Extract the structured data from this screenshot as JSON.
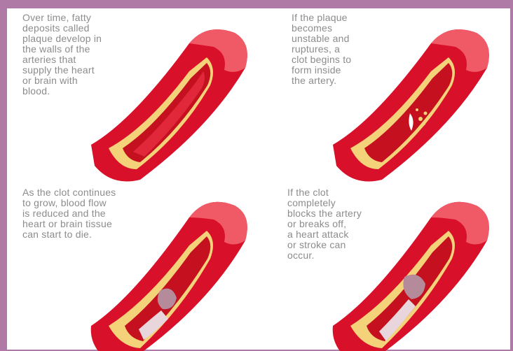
{
  "panels": [
    {
      "caption": "Over time, fatty\ndeposits called\nplaque develop in\nthe walls of the\narteries that\nsupply the heart\nor brain with\nblood.",
      "stage": "plaque-buildup"
    },
    {
      "caption": "If the plaque\nbecomes\nunstable and\nruptures, a\nclot begins to\nform inside\nthe artery.",
      "stage": "plaque-rupture"
    },
    {
      "caption": "As the clot continues\nto grow, blood flow\nis reduced and the\nheart or brain tissue\ncan start to die.",
      "stage": "clot-growth"
    },
    {
      "caption": "If the clot\ncompletely\nblocks the artery\nor breaks off,\na heart attack\nor stroke can\noccur.",
      "stage": "full-blockage"
    }
  ],
  "colors": {
    "page_border": "#b07aa6",
    "artery_wall": "#d8102a",
    "artery_outer": "#f05a66",
    "plaque": "#f3d27a",
    "blood": "#c4101f",
    "clot": "#b58a9a",
    "caption_text": "#8c8c8c"
  }
}
